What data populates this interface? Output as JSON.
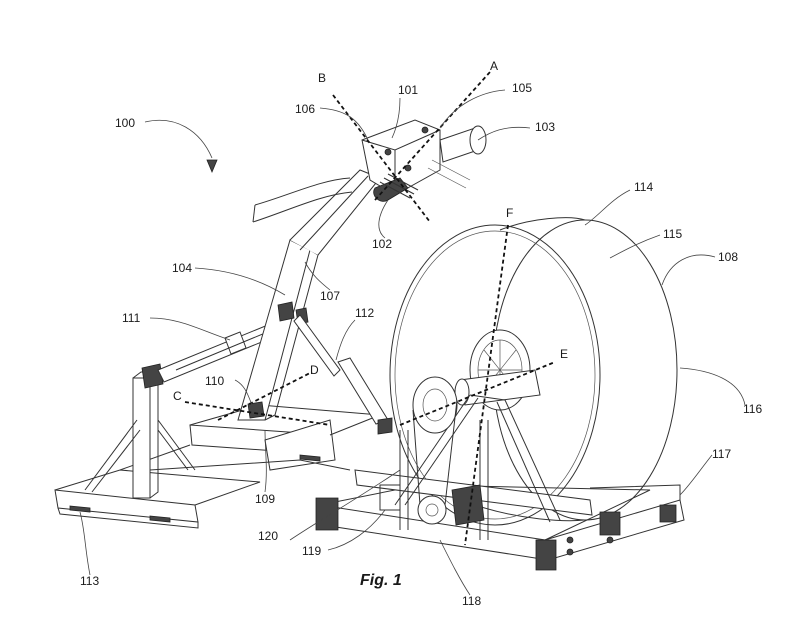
{
  "figure": {
    "title": "Fig. 1"
  },
  "labels": {
    "l100": "100",
    "l101": "101",
    "l102": "102",
    "l103": "103",
    "l104": "104",
    "l105": "105",
    "l106": "106",
    "l107": "107",
    "l108": "108",
    "l109": "109",
    "l110": "110",
    "l111": "111",
    "l112": "112",
    "l113": "113",
    "l114": "114",
    "l115": "115",
    "l116": "116",
    "l117": "117",
    "l118": "118",
    "l119": "119",
    "l120": "120"
  },
  "axes": {
    "a": "A",
    "b": "B",
    "c": "C",
    "d": "D",
    "e": "E",
    "f": "F"
  }
}
